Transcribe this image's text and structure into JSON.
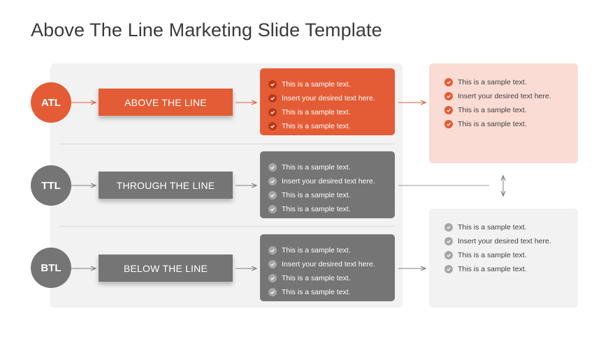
{
  "title": "Above The Line Marketing Slide Template",
  "colors": {
    "orange": "#e45c35",
    "gray": "#757575",
    "light_orange": "#fadcd4",
    "light_gray": "#f2f2f2",
    "arrow_orange": "#e45c35",
    "arrow_gray": "#7f7f7f"
  },
  "rows": [
    {
      "abbr": "ATL",
      "label": "ABOVE THE LINE",
      "items": [
        "This is a sample text.",
        "Insert your desired text here.",
        "This is a sample text.",
        "This is a sample text."
      ]
    },
    {
      "abbr": "TTL",
      "label": "THROUGH THE LINE",
      "items": [
        "This is a sample text.",
        "Insert your desired text here.",
        "This is a sample text.",
        "This is a sample text."
      ]
    },
    {
      "abbr": "BTL",
      "label": "BELOW THE LINE",
      "items": [
        "This is a sample text.",
        "Insert your desired text here.",
        "This is a sample text.",
        "This is a sample text."
      ]
    }
  ],
  "side_boxes": [
    {
      "items": [
        "This is a sample text.",
        "Insert your desired text here.",
        "This is a sample text.",
        "This is a sample text."
      ]
    },
    {
      "items": [
        "This is a sample text.",
        "Insert your desired text here.",
        "This is a sample text.",
        "This is a sample text."
      ]
    }
  ],
  "icons": {
    "check": "check-circle-icon",
    "arrow": "arrow-right-icon",
    "double_arrow": "arrow-up-down-icon"
  }
}
